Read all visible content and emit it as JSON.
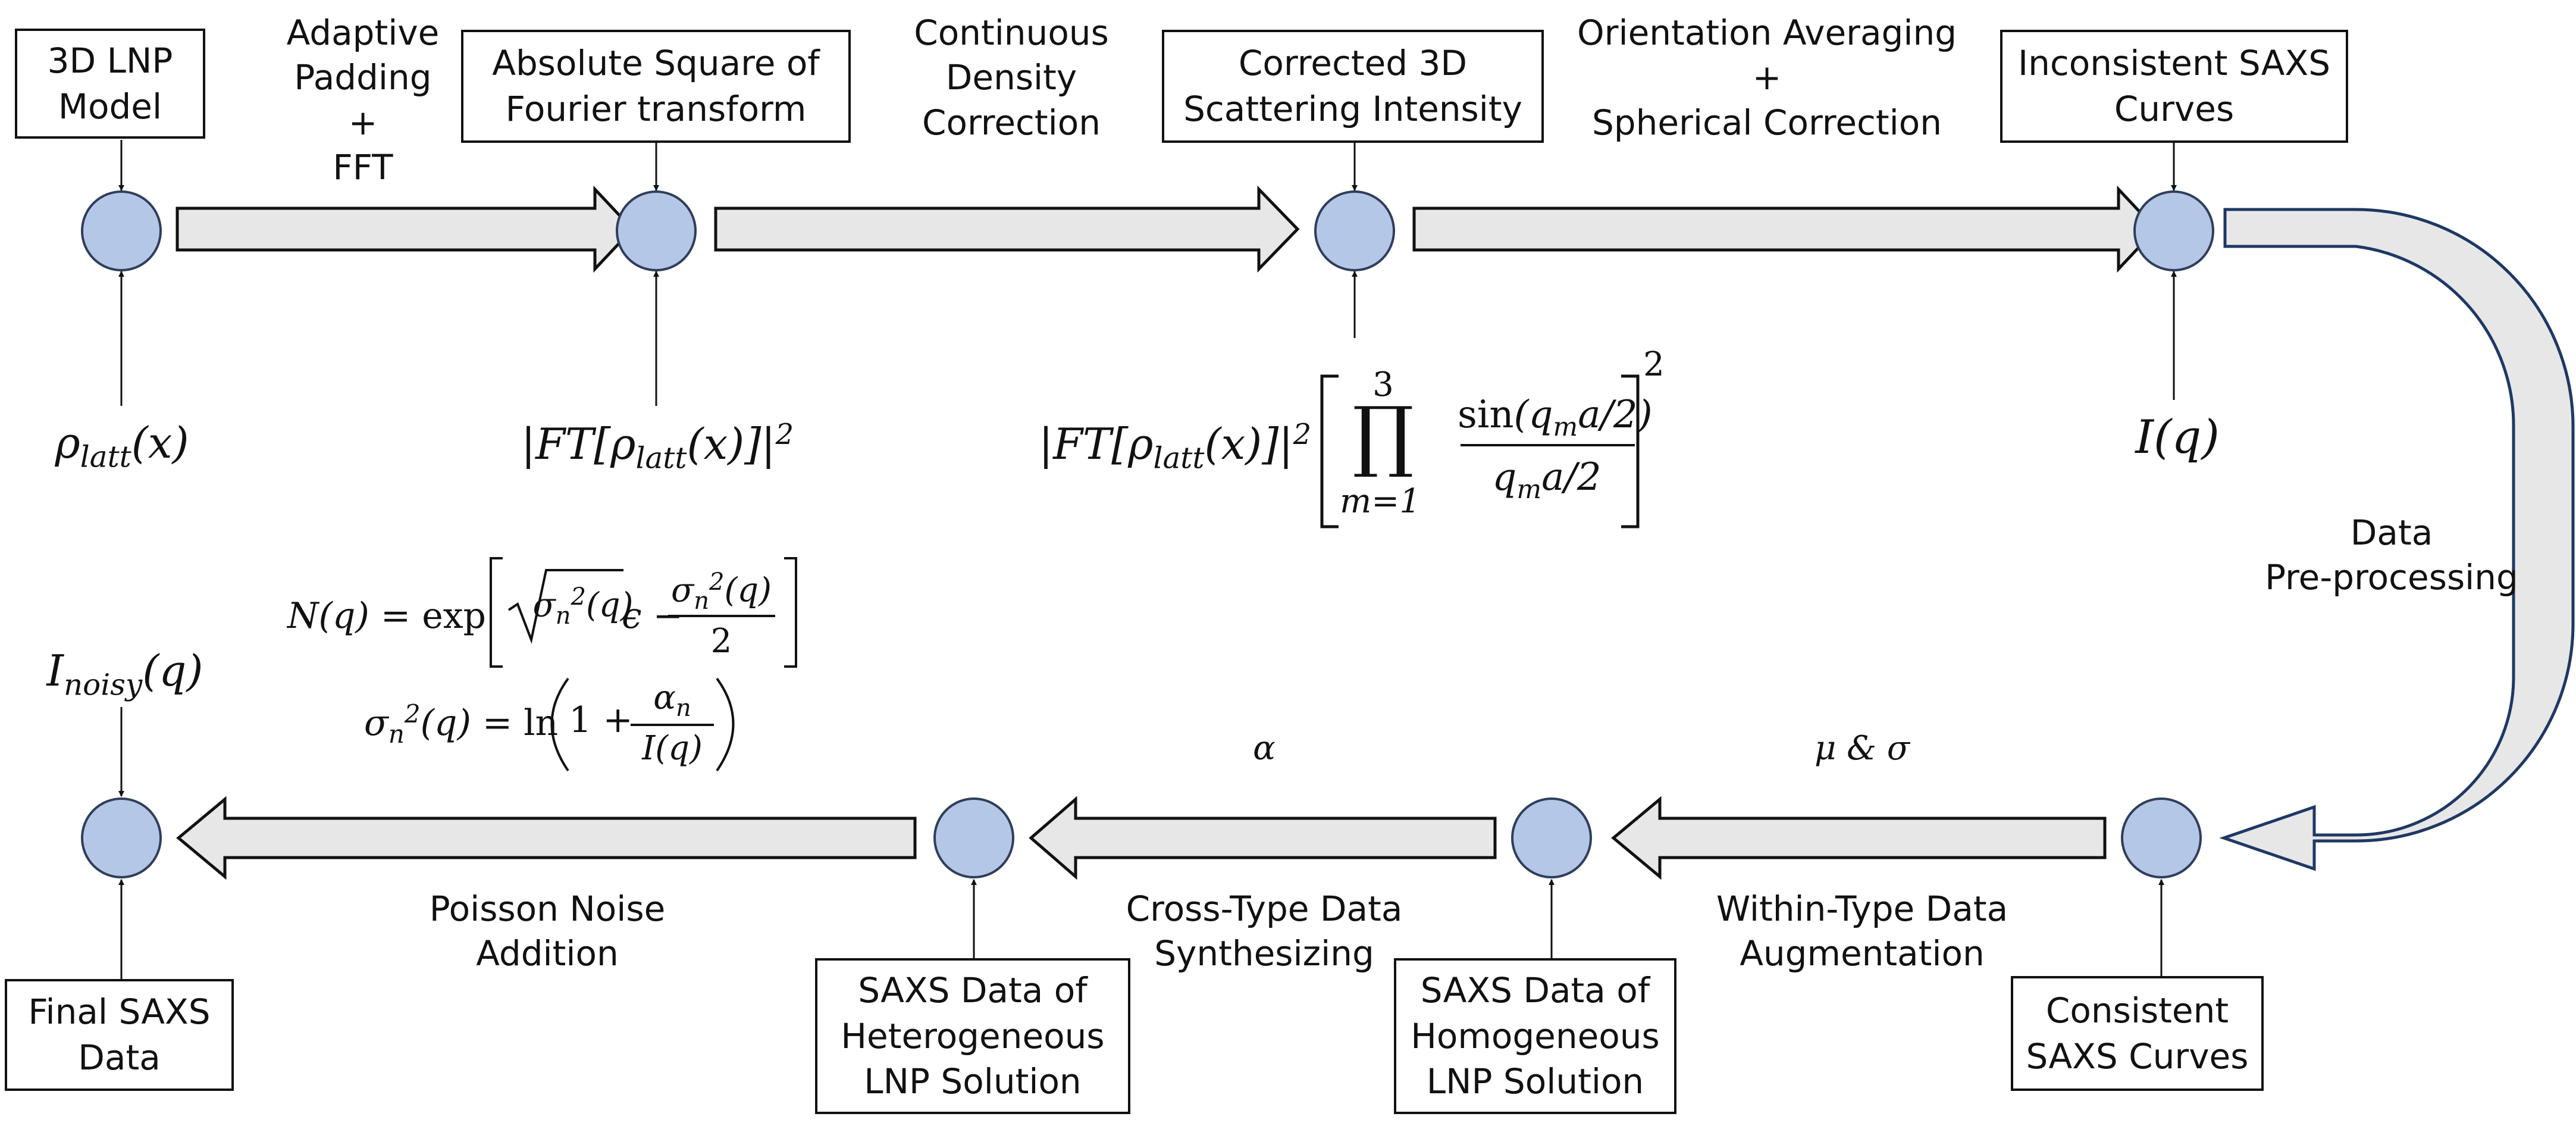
{
  "boxes": {
    "lnp_model": [
      "3D LNP",
      "Model"
    ],
    "abs_square": [
      "Absolute Square of",
      "Fourier transform"
    ],
    "corrected_3d": [
      "Corrected 3D",
      "Scattering Intensity"
    ],
    "inconsistent": [
      "Inconsistent SAXS",
      "Curves"
    ],
    "consistent": [
      "Consistent",
      "SAXS Curves"
    ],
    "homogeneous": [
      "SAXS Data of",
      "Homogeneous",
      "LNP Solution"
    ],
    "heterogeneous": [
      "SAXS Data of",
      "Heterogeneous",
      "LNP Solution"
    ],
    "final": [
      "Final SAXS",
      "Data"
    ]
  },
  "steps": {
    "padding_fft": [
      "Adaptive",
      "Padding",
      "+",
      "FFT"
    ],
    "density_correction": [
      "Continuous",
      "Density",
      "Correction"
    ],
    "orientation": [
      "Orientation Averaging",
      "+",
      "Spherical Correction"
    ],
    "preprocessing": [
      "Data",
      "Pre-processing"
    ],
    "augmentation": [
      "Within-Type Data",
      "Augmentation"
    ],
    "synthesizing": [
      "Cross-Type Data",
      "Synthesizing"
    ],
    "noise": [
      "Poisson Noise",
      "Addition"
    ]
  },
  "params": {
    "augmentation": "μ & σ",
    "synthesizing": "α"
  },
  "formulas": {
    "rho": "ρ_latt(x)",
    "ft_square": "|FT[ρ_latt(x)]|²",
    "corrected": "|FT[ρ_latt(x)]|² [ ∏_{m=1}^{3} sin(q_m a/2) / (q_m a/2) ]²",
    "intensity": "I(q)",
    "noisy": "I_noisy(q)",
    "noise_model": "N(q) = exp[ √(σ_n²(q)) ϵ − σ_n²(q)/2 ]",
    "variance": "σ_n²(q) = ln(1 + α_n / I(q))"
  },
  "colors": {
    "node_fill": "#b4c7e7",
    "node_stroke": "#2f3e5a",
    "arrow_fill": "#e7e7e7",
    "arrow_stroke": "#111111",
    "return_arrow_stroke": "#1f3864"
  }
}
